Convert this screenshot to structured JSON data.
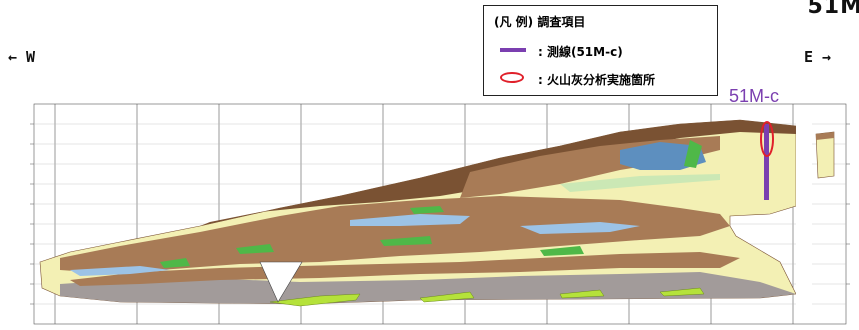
{
  "header": {
    "corner_title": "51M"
  },
  "directions": {
    "west": "← W",
    "east": "E →"
  },
  "legend": {
    "title": "(凡 例) 調査項目",
    "items": [
      {
        "symbol": "line",
        "color": "#7b3fb0",
        "label": ": 測線(51M-c)"
      },
      {
        "symbol": "ellipse",
        "color": "#e0202a",
        "label": ": 火山灰分析実施箇所"
      }
    ]
  },
  "section_line_label": "51M-c",
  "colors": {
    "brown": "#a87b56",
    "dark_brown": "#7a5233",
    "yellow": "#f3f0b4",
    "blue": "#5d8fbf",
    "light_blue": "#9cc3e6",
    "green": "#4fb848",
    "lime": "#b5e23a",
    "grey": "#a29b9a",
    "light_green": "#cbe8b5"
  }
}
